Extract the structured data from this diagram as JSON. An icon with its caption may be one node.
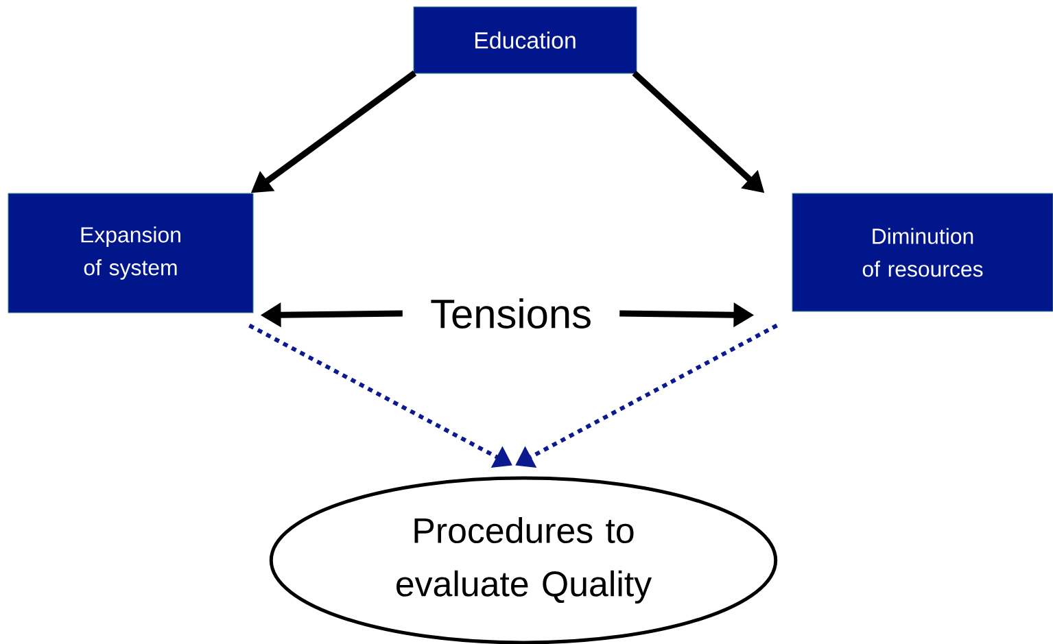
{
  "diagram": {
    "nodes": [
      {
        "text": [
          "Education"
        ]
      },
      {
        "text": [
          "Expansion of system"
        ]
      },
      {
        "text": [
          "Diminution of resources"
        ]
      },
      {
        "text": [
          "Tensions"
        ]
      },
      {
        "text": [
          "Procedures to evaluate Quality"
        ]
      }
    ],
    "edges": [
      {
        "from": 0,
        "to": 1,
        "arrow": "to"
      },
      {
        "from": 0,
        "to": 2,
        "arrow": "to"
      },
      {
        "from": 3,
        "to": 1,
        "arrow": "to"
      },
      {
        "from": 3,
        "to": 2,
        "arrow": "to"
      },
      {
        "from": 1,
        "to": 4,
        "arrow": "to",
        "style": "dashed",
        "color": "#0b1a8f"
      },
      {
        "from": 2,
        "to": 4,
        "arrow": "to",
        "style": "dashed",
        "color": "#0b1a8f"
      }
    ]
  }
}
